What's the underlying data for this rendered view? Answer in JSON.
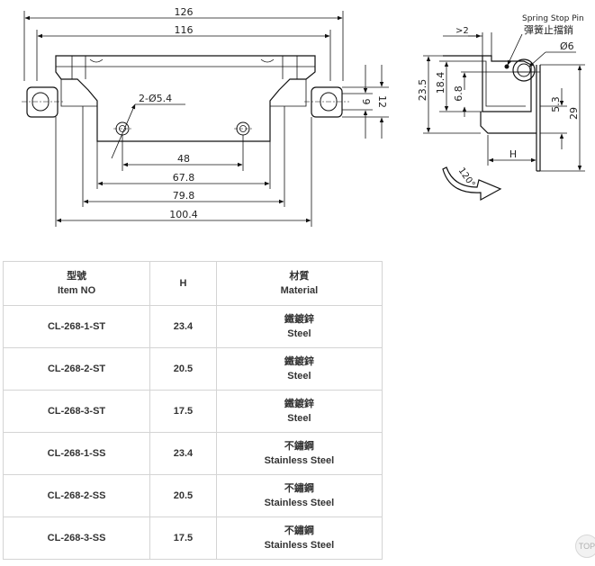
{
  "front_view": {
    "dim_126": "126",
    "dim_116": "116",
    "dim_hole": "2-Ø5.4",
    "dim_48": "48",
    "dim_67_8": "67.8",
    "dim_79_8": "79.8",
    "dim_100_4": "100.4",
    "dim_9": "9",
    "dim_12": "12"
  },
  "side_view": {
    "spring_pin_en": "Spring Stop Pin",
    "spring_pin_zh": "彈簧止擋銷",
    "dim_gt2": ">2",
    "dim_phi6": "Ø6",
    "dim_23_5": "23.5",
    "dim_18_4": "18.4",
    "dim_6_8": "6.8",
    "dim_5_3": "5.3",
    "dim_29": "29",
    "dim_h": "H",
    "dim_angle": "120°"
  },
  "table": {
    "header": {
      "item_zh": "型號",
      "item_en": "Item NO",
      "h": "H",
      "material_zh": "材質",
      "material_en": "Material"
    },
    "rows": [
      {
        "item": "CL-268-1-ST",
        "h": "23.4",
        "mat_zh": "鐵鍍鋅",
        "mat_en": "Steel"
      },
      {
        "item": "CL-268-2-ST",
        "h": "20.5",
        "mat_zh": "鐵鍍鋅",
        "mat_en": "Steel"
      },
      {
        "item": "CL-268-3-ST",
        "h": "17.5",
        "mat_zh": "鐵鍍鋅",
        "mat_en": "Steel"
      },
      {
        "item": "CL-268-1-SS",
        "h": "23.4",
        "mat_zh": "不鏽鋼",
        "mat_en": "Stainless Steel"
      },
      {
        "item": "CL-268-2-SS",
        "h": "20.5",
        "mat_zh": "不鏽鋼",
        "mat_en": "Stainless Steel"
      },
      {
        "item": "CL-268-3-SS",
        "h": "17.5",
        "mat_zh": "不鏽鋼",
        "mat_en": "Stainless Steel"
      }
    ]
  },
  "top_button": "TOP"
}
